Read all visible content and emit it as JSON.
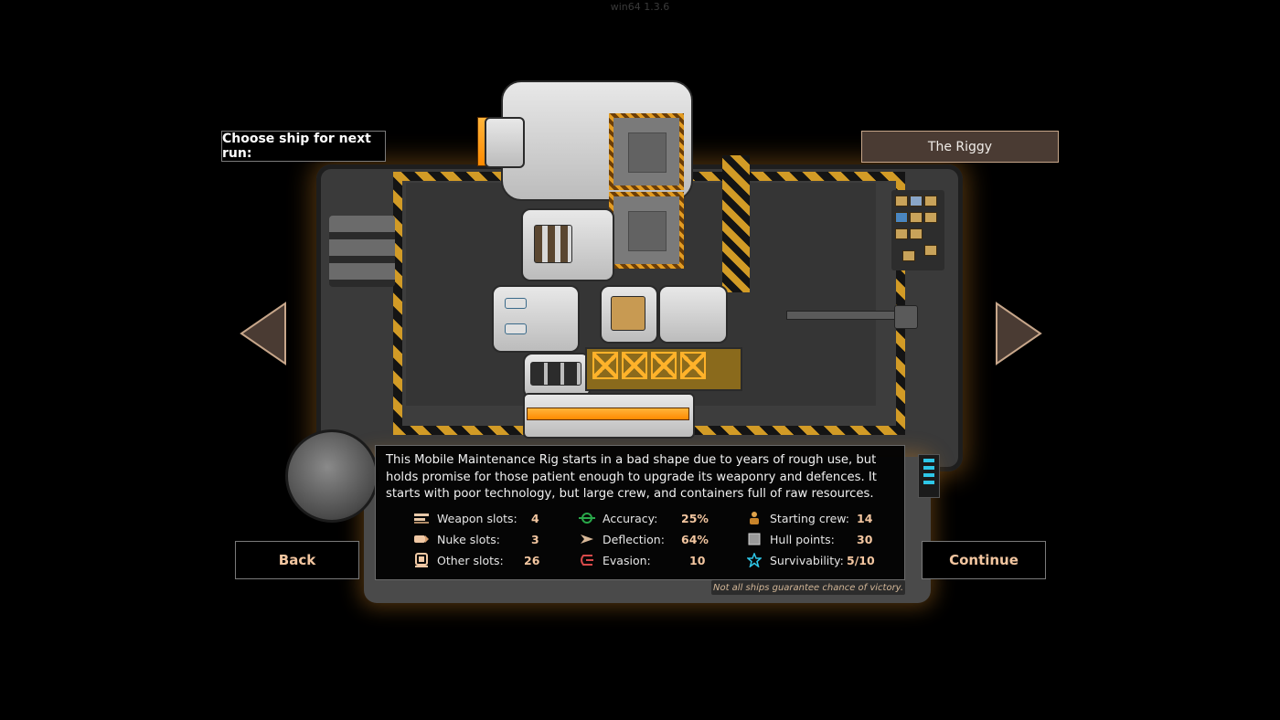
{
  "version": "win64 1.3.6",
  "choose_label": "Choose ship for next run:",
  "ship_name": "The Riggy",
  "description": "This Mobile Maintenance Rig starts in a bad shape due to years of rough use, but holds promise for those patient enough to upgrade its weaponry and defences. It starts with poor technology, but large crew, and containers full of raw resources.",
  "buttons": {
    "back": "Back",
    "continue": "Continue"
  },
  "stats": [
    {
      "icon": "weapon-icon",
      "label": "Weapon slots:",
      "value": "4"
    },
    {
      "icon": "nuke-icon",
      "label": "Nuke slots:",
      "value": "3"
    },
    {
      "icon": "other-slots-icon",
      "label": "Other slots:",
      "value": "26"
    },
    {
      "icon": "accuracy-icon",
      "label": "Accuracy:",
      "value": "25%"
    },
    {
      "icon": "deflection-icon",
      "label": "Deflection:",
      "value": "64%"
    },
    {
      "icon": "evasion-icon",
      "label": "Evasion:",
      "value": "10"
    },
    {
      "icon": "crew-icon",
      "label": "Starting crew:",
      "value": "14"
    },
    {
      "icon": "hull-icon",
      "label": "Hull points:",
      "value": "30"
    },
    {
      "icon": "star-icon",
      "label": "Survivability:",
      "value": "5/10"
    }
  ],
  "disclaimer": "Not all ships guarantee chance of victory.",
  "colors": {
    "accent": "#f3c6a0",
    "hazard": "#d29b26",
    "glow": "#dc8c28",
    "select_bg": "#4a3b33"
  }
}
